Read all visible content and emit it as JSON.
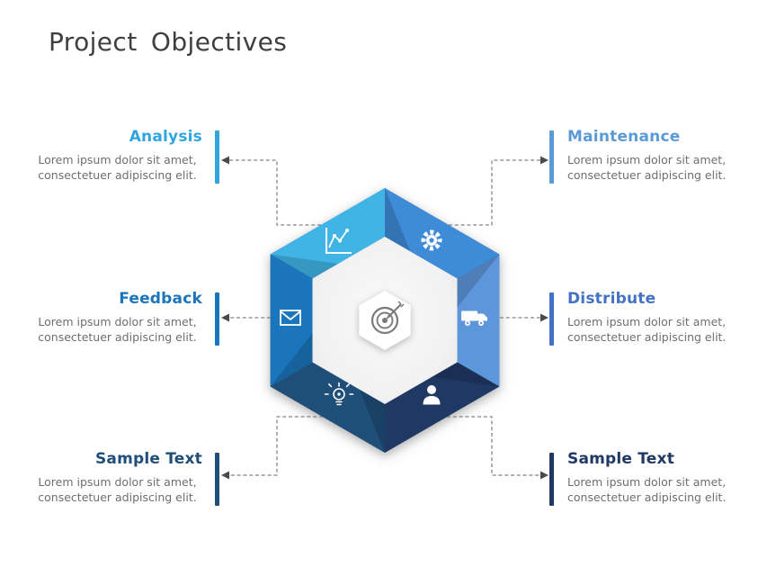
{
  "title": "Project Objectives",
  "title_color": "#3f3f3f",
  "body_text_color": "#6e6e6e",
  "connector_color": "#858585",
  "arrow_color": "#4a4a4a",
  "sections": [
    {
      "id": "analysis",
      "title": "Analysis",
      "color": "#31A5DE",
      "body_line1": "Lorem ipsum dolor sit amet,",
      "body_line2": "consectetuer adipiscing elit."
    },
    {
      "id": "maintenance",
      "title": "Maintenance",
      "color": "#5B9BD5",
      "body_line1": "Lorem ipsum dolor sit amet,",
      "body_line2": "consectetuer adipiscing elit."
    },
    {
      "id": "feedback",
      "title": "Feedback",
      "color": "#1B75BB",
      "body_line1": "Lorem ipsum dolor sit amet,",
      "body_line2": "consectetuer adipiscing elit."
    },
    {
      "id": "distribute",
      "title": "Distribute",
      "color": "#4472C4",
      "body_line1": "Lorem ipsum dolor sit amet,",
      "body_line2": "consectetuer adipiscing elit."
    },
    {
      "id": "sample-text-bottom-left",
      "title": "Sample Text",
      "color": "#1F4E79",
      "body_line1": "Lorem ipsum dolor sit amet,",
      "body_line2": "consectetuer adipiscing elit."
    },
    {
      "id": "sample-text-bottom-right",
      "title": "Sample Text",
      "color": "#203864",
      "body_line1": "Lorem ipsum dolor sit amet,",
      "body_line2": "consectetuer adipiscing elit."
    }
  ],
  "hexagon": {
    "center_icon": "target-icon",
    "inner_fill": "#F1F1F2",
    "faces": [
      {
        "position": "top-left",
        "section": "Analysis",
        "icon": "chart-line-icon",
        "color": "#41B4E6"
      },
      {
        "position": "top-right",
        "section": "Maintenance",
        "icon": "gear-icon",
        "color": "#3E8BD8"
      },
      {
        "position": "right",
        "section": "Distribute",
        "icon": "truck-icon",
        "color": "#5E96DB"
      },
      {
        "position": "bottom-right",
        "section": "Sample Text",
        "icon": "person-icon",
        "color": "#203864"
      },
      {
        "position": "bottom-left",
        "section": "Sample Text",
        "icon": "bulb-icon",
        "color": "#1F4E79"
      },
      {
        "position": "left",
        "section": "Feedback",
        "icon": "envelope-icon",
        "color": "#1B75BC"
      }
    ]
  }
}
